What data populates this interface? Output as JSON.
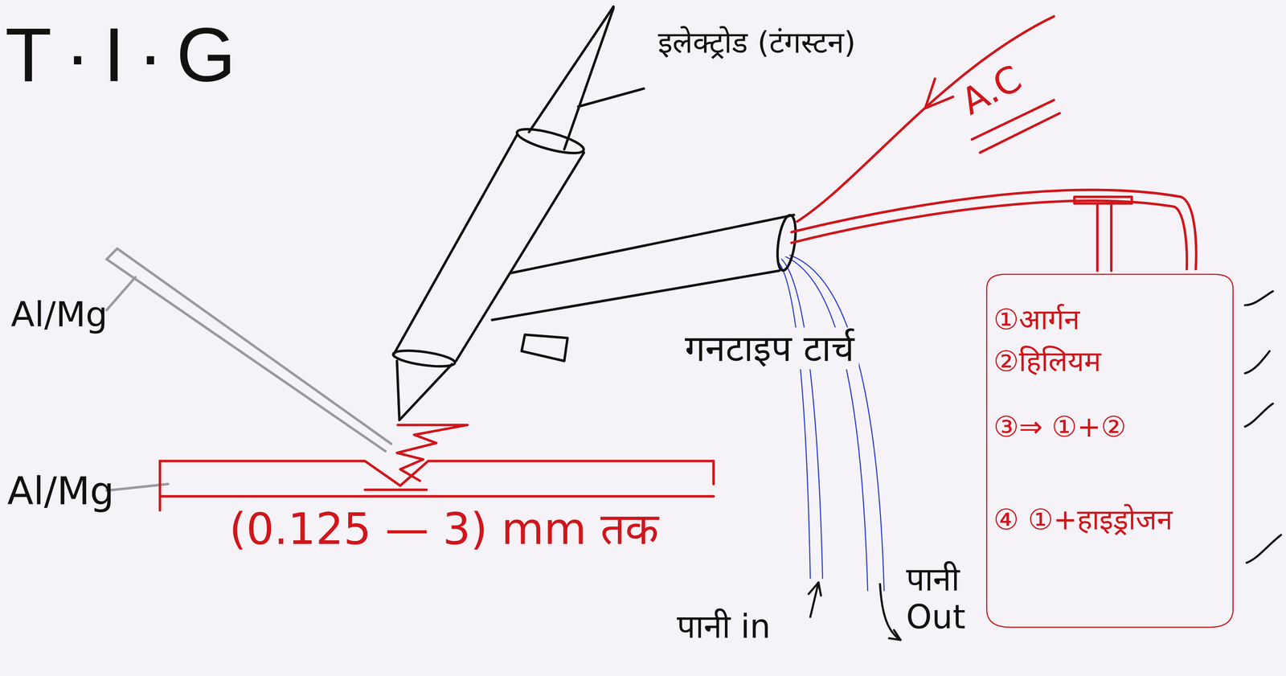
{
  "diagram": {
    "title": "T·I·G",
    "nodes": [
      {
        "text": [
          "①आर्गन",
          "②हिलियम",
          "③⇒ ①+②",
          "④ ①+हाइड्रोजन"
        ]
      }
    ],
    "labels": [
      "इलेक्ट्रोड (टंगस्टन)",
      "A.C",
      "Al/Mg",
      "Al/Mg",
      "(0.125 — 3) mm तक",
      "गनटाइप टार्च",
      "पानी in",
      "पानी Out"
    ]
  }
}
